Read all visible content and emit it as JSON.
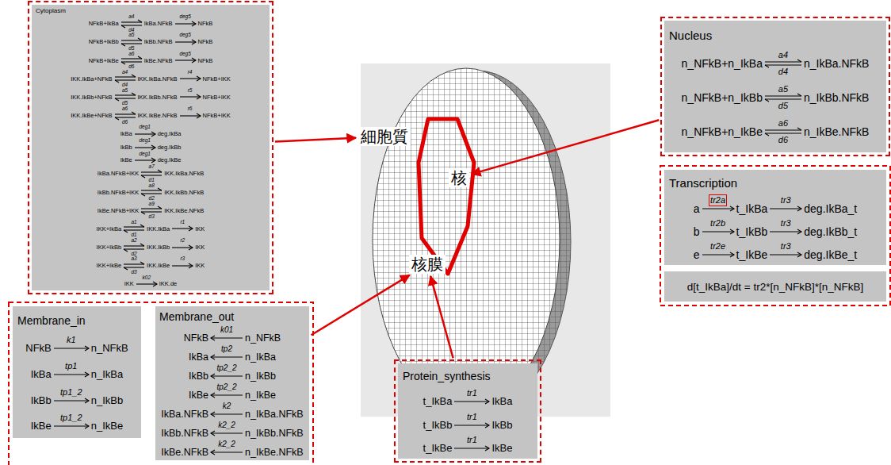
{
  "diagram": {
    "nodes": [
      {
        "text": [
          "Cytoplasm",
          "NFkB+IkBa",
          "a4",
          "d4",
          "IkBa.NFkB",
          "deg5",
          "NFkB",
          "NFkB+IkBb",
          "a5",
          "d5",
          "IkBb.NFkB",
          "deg5",
          "NFkB",
          "NFkB+IkBe",
          "a6",
          "d6",
          "IkBe.NFkB",
          "deg5",
          "NFkB",
          "IKK.IkBa+NFkB",
          "a4",
          "d4",
          "IKK.IkBa.NFkB",
          "r4",
          "NFkB+IKK",
          "IKK.IkBb+NFkB",
          "a5",
          "d5",
          "IKK.IkBb.NFkB",
          "r5",
          "NFkB+IKK",
          "IKK.IkBe+NFkB",
          "a6",
          "d6",
          "IKK.IkBe.NFkB",
          "r6",
          "NFkB+IKK",
          "IkBa",
          "deg1",
          "deg.IkBa",
          "IkBb",
          "deg1",
          "deg.IkBb",
          "IkBe",
          "deg1",
          "deg.IkBe",
          "IkBa.NFkB+IKK",
          "a7",
          "d1",
          "IKK.IkBa.NFkB",
          "IkBb.NFkB+IKK",
          "a8",
          "d2",
          "IKK.IkBb.NFkB",
          "IkBe.NFkB+IKK",
          "a9",
          "d3",
          "IKK.IkBe.NFkB",
          "IKK+IkBa",
          "a1",
          "d1",
          "IKK.IkBa",
          "r1",
          "IKK",
          "IKK+IkBb",
          "a2",
          "d2",
          "IKK.IkBb",
          "r2",
          "IKK",
          "IKK+IkBe",
          "a3",
          "d3",
          "IKK.IkBe",
          "r3",
          "IKK",
          "IKK",
          "k02",
          "IKK.de"
        ]
      },
      {
        "text": [
          "Nucleus",
          "n_NFkB+n_IkBa",
          "a4",
          "d4",
          "n_IkBa.NFkB",
          "n_NFkB+n_IkBb",
          "a5",
          "d5",
          "n_IkBb.NFkB",
          "n_NFkB+n_IkBe",
          "a6",
          "d6",
          "n_IkBe.NFkB"
        ]
      },
      {
        "text": [
          "細胞質"
        ]
      },
      {
        "text": [
          "核"
        ]
      },
      {
        "text": [
          "Transcription",
          "a",
          "tr2a",
          "t_IkBa",
          "tr3",
          "deg.IkBa_t",
          "b",
          "tr2b",
          "t_IkBb",
          "tr3",
          "deg.IkBb_t",
          "e",
          "tr2e",
          "t_IkBe",
          "tr3",
          "deg.IkBe_t"
        ]
      },
      {
        "text": [
          "d[t_IkBa]/dt = tr2*[n_NFkB]*[n_NFkB]"
        ]
      },
      {
        "text": [
          "核膜"
        ]
      },
      {
        "text": [
          "Membrane_in",
          "NFkB",
          "k1",
          "n_NFkB",
          "IkBa",
          "tp1",
          "n_IkBa",
          "IkBb",
          "tp1_2",
          "n_IkBb",
          "IkBe",
          "tp1_2",
          "n_IkBe"
        ]
      },
      {
        "text": [
          "Membrane_out",
          "NFkB",
          "k01",
          "n_NFkB",
          "IkBa",
          "tp2",
          "n_IkBa",
          "IkBb",
          "tp2_2",
          "n_IkBb",
          "IkBe",
          "tp2_2",
          "n_IkBe",
          "IkBa.NFkB",
          "k2",
          "n_IkBa.NFkB",
          "IkBb.NFkB",
          "k2_2",
          "n_IkBb.NFkB",
          "IkBe.NFkB",
          "k2_2",
          "n_IkBe.NFkB"
        ]
      },
      {
        "text": [
          "Protein_synthesis",
          "t_IkBa",
          "tr1",
          "IkBa",
          "t_IkBb",
          "tr1",
          "IkBb",
          "t_IkBe",
          "tr1",
          "IkBe"
        ]
      }
    ],
    "edges": [
      {
        "from": 0,
        "to": 2,
        "arrow": "to"
      },
      {
        "from": 1,
        "to": 3,
        "arrow": "to"
      },
      {
        "from": 8,
        "to": 6,
        "arrow": "to"
      },
      {
        "from": 9,
        "to": 6,
        "arrow": "to"
      }
    ]
  }
}
